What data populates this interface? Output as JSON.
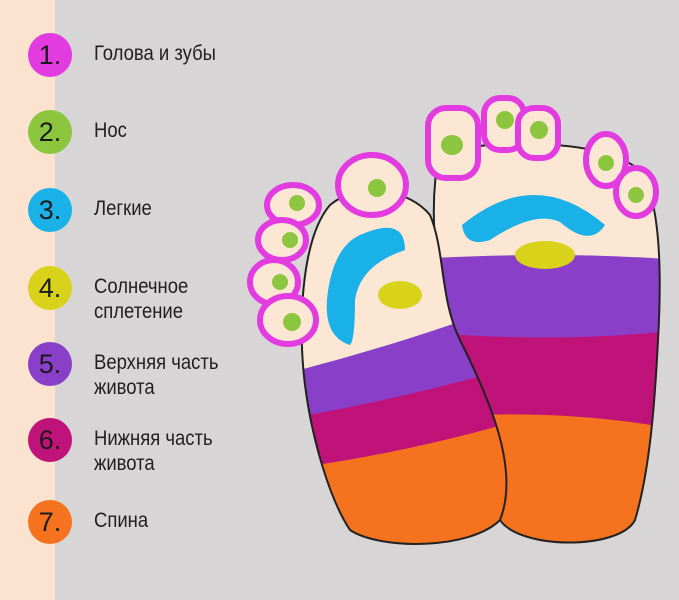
{
  "legend": [
    {
      "number": "1.",
      "label": "Голова и зубы",
      "color": "#e23be0"
    },
    {
      "number": "2.",
      "label": "Нос",
      "color": "#8cc63f"
    },
    {
      "number": "3.",
      "label": "Легкие",
      "color": "#1ab0e8"
    },
    {
      "number": "4.",
      "label": "Солнечное сплетение",
      "color": "#d8d21a"
    },
    {
      "number": "5.",
      "label": "Верхняя часть живота",
      "color": "#8a3fc9"
    },
    {
      "number": "6.",
      "label": "Нижняя часть живота",
      "color": "#c0137a"
    },
    {
      "number": "7.",
      "label": "Спина",
      "color": "#f5731f"
    }
  ],
  "colors": {
    "background": "#d8d5d7",
    "strip": "#fbe3d0",
    "skin": "#fbe7d3"
  }
}
